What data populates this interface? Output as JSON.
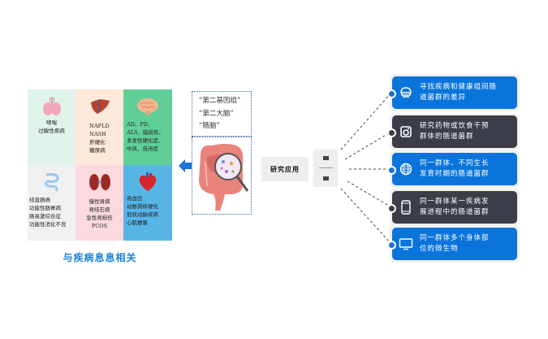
{
  "diseases": {
    "title": "与疾病息息相关",
    "cells": [
      {
        "organ": "lungs-icon",
        "text": "哮喘\n过敏性疾病",
        "color": "#dff3ea"
      },
      {
        "organ": "liver-icon",
        "text": "NAFLD\nNASH\n肝硬化\n糖尿病",
        "color": "#fde9d9"
      },
      {
        "organ": "brain-icon",
        "text": "AD、PD、\nALS、脑损伤、\n多发性硬化症、\n中风、自闭症",
        "color": "#5fcf97"
      },
      {
        "organ": "intestine-icon",
        "text": "结直肠癌\n功能性肠胃病\n肠易激综合征\n功能性消化不良",
        "color": "#f0f0f0"
      },
      {
        "organ": "kidney-icon",
        "text": "慢性肾病\n肾结石病\n急性肾损伤\nPCOS",
        "color": "#fbd9df"
      },
      {
        "organ": "heart-icon",
        "text": "高血压\n动脉粥样硬化\n冠状动脉疾病\n心肌梗塞",
        "color": "#57b5e6"
      }
    ]
  },
  "center": {
    "aliases": [
      "“第二基因组”",
      "“第二大脑”",
      "“肠脑”"
    ],
    "research_label": "研究应用"
  },
  "applications": [
    {
      "icon": "cloud-box-icon",
      "text": "寻找疾病和健康组间肠\n道菌群的差异",
      "style": "blue"
    },
    {
      "icon": "camera-icon",
      "text": "研究药物或饮食干预\n群体的肠道菌群",
      "style": "dark"
    },
    {
      "icon": "globe-icon",
      "text": "同一群体、不同生长\n发育时期的肠道菌群",
      "style": "blue"
    },
    {
      "icon": "phone-icon",
      "text": "同一群体某一疾病发\n展进程中的肠道菌群",
      "style": "dark"
    },
    {
      "icon": "monitor-icon",
      "text": "同一群体多个身体部\n位的微生物",
      "style": "blue"
    }
  ],
  "colors": {
    "accent_blue": "#0a74db",
    "dark": "#3b3d48",
    "title_blue": "#1a82d8"
  }
}
